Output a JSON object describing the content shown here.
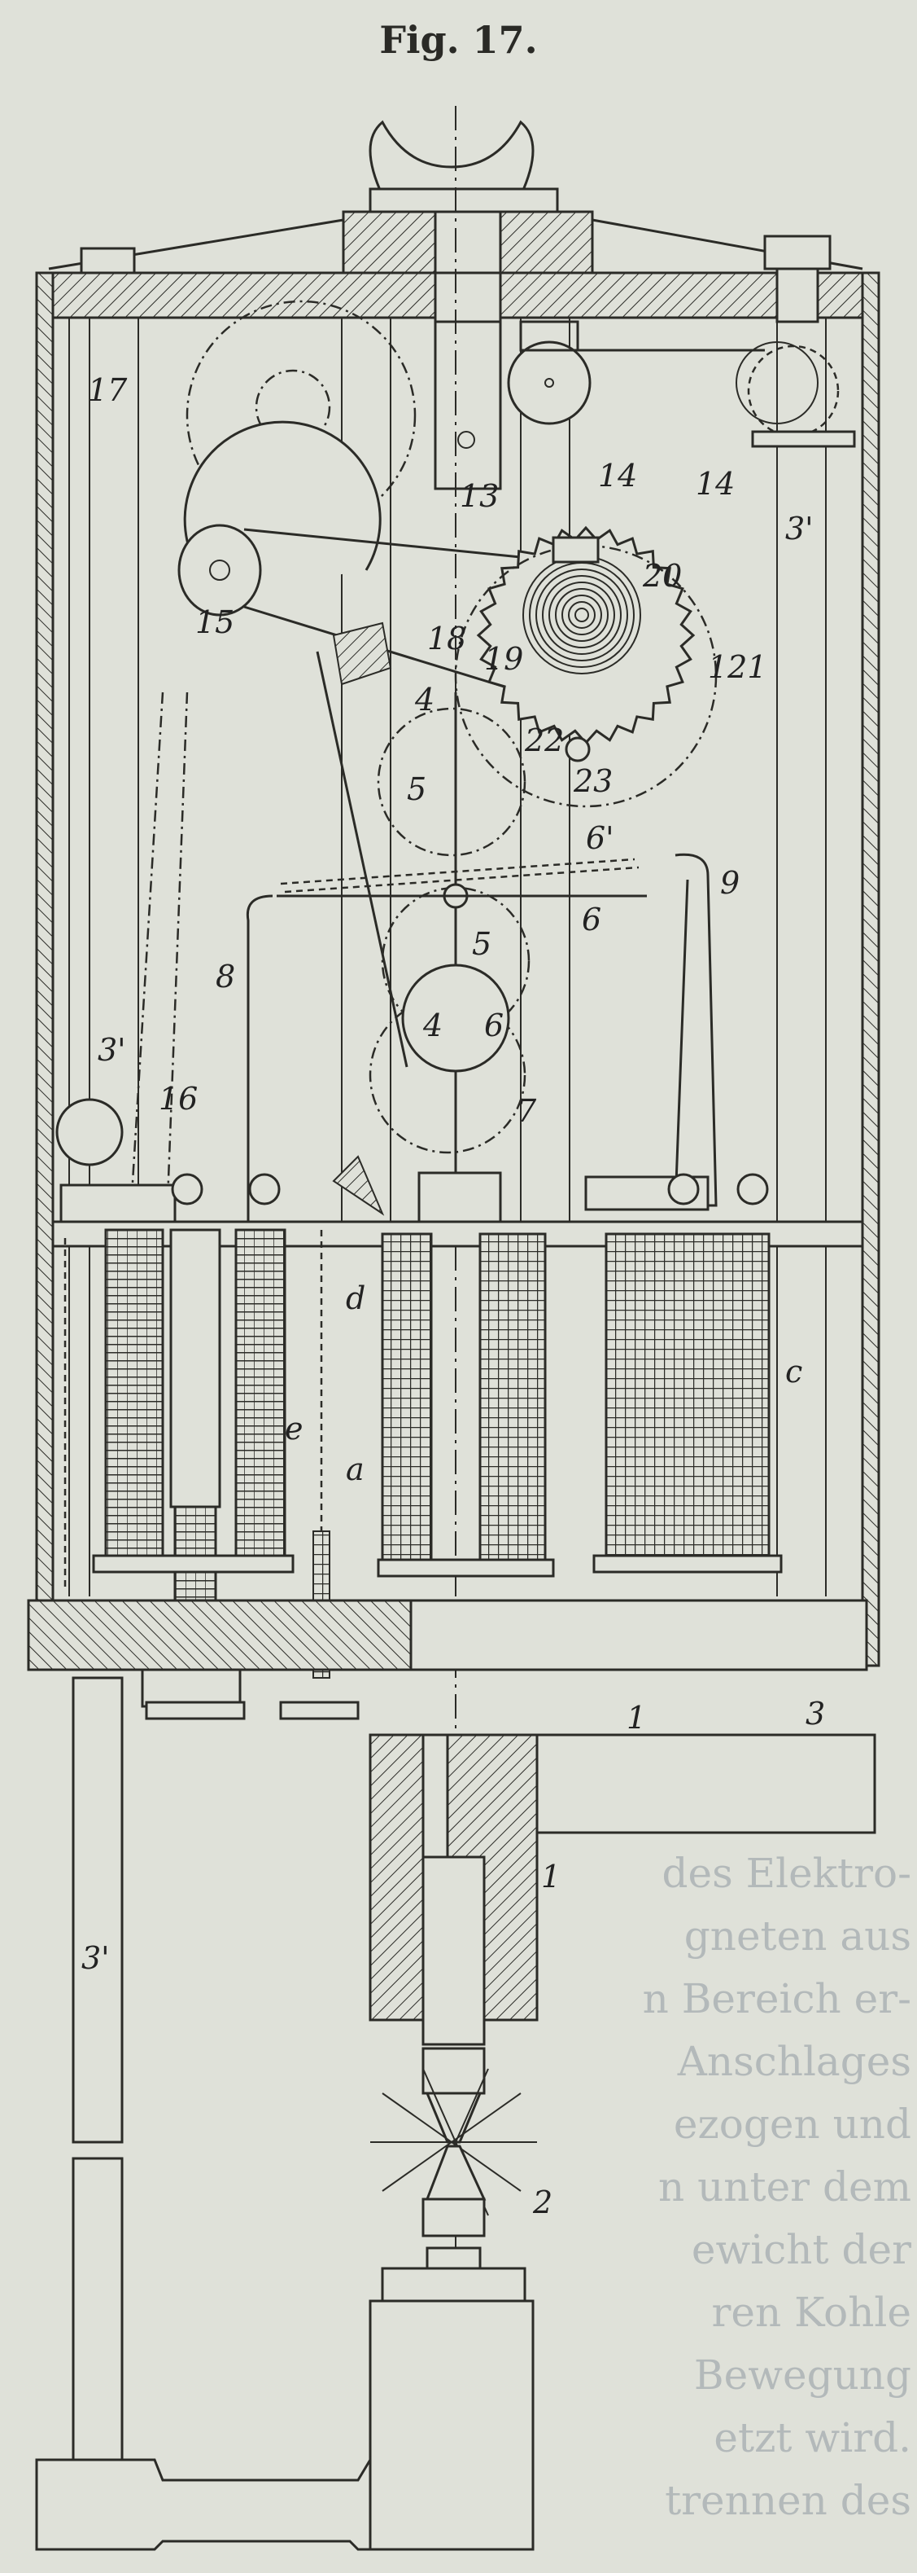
{
  "figure": {
    "title": "Fig. 17."
  },
  "labels": [
    "17",
    "14",
    "14",
    "3'",
    "13",
    "15",
    "18",
    "19",
    "20",
    "121",
    "4",
    "22",
    "23",
    "5",
    "6'",
    "9",
    "6",
    "8",
    "5",
    "4",
    "6",
    "3'",
    "16",
    "7",
    "d",
    "e",
    "a",
    "c",
    "1",
    "3",
    "1",
    "2",
    "3'"
  ],
  "show_through_text": [
    "des Elektro-",
    "gneten aus",
    "n Bereich er-",
    "Anschlages",
    "ezogen und",
    "n unter dem",
    "ewicht der",
    "ren Kohle",
    "Bewegung",
    "etzt wird.",
    "trennen des"
  ]
}
